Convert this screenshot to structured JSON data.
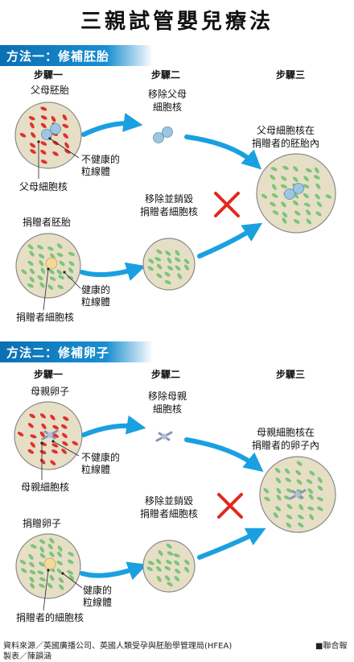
{
  "title": "三親試管嬰兒療法",
  "methods": [
    {
      "heading": "方法一：修補胚胎",
      "steps": [
        "步驟一",
        "步驟二",
        "步驟三"
      ],
      "parent_cell": "父母胚胎",
      "unhealthy_line1": "不健康的",
      "unhealthy_line2": "粒線體",
      "parent_nucleus": "父母細胞核",
      "remove_line1": "移除父母",
      "remove_line2": "細胞核",
      "result_line1": "父母細胞核在",
      "result_line2": "捐贈者的胚胎內",
      "donor_cell": "捐贈者胚胎",
      "destroy_line1": "移除並銷毀",
      "destroy_line2": "捐贈者細胞核",
      "healthy_line1": "健康的",
      "healthy_line2": "粒線體",
      "donor_nucleus": "捐贈者細胞核"
    },
    {
      "heading": "方法二：修補卵子",
      "steps": [
        "步驟一",
        "步驟二",
        "步驟三"
      ],
      "parent_cell": "母親卵子",
      "unhealthy_line1": "不健康的",
      "unhealthy_line2": "粒線體",
      "parent_nucleus": "母親細胞核",
      "remove_line1": "移除母親",
      "remove_line2": "細胞核",
      "result_line1": "母親細胞核在",
      "result_line2": "捐贈者的卵子內",
      "donor_cell": "捐贈卵子",
      "destroy_line1": "移除並銷毀",
      "destroy_line2": "捐贈者細胞核",
      "healthy_line1": "健康的",
      "healthy_line2": "粒線體",
      "donor_nucleus": "捐贈者的細胞核"
    }
  ],
  "footer": {
    "source": "資料來源／英國廣播公司、英國人類受孕與胚胎學管理局(HFEA)",
    "credit": "製表／陳韻涵",
    "brand": "■聯合報"
  },
  "colors": {
    "banner": "#0a6fb3",
    "arrow": "#1aa0e0",
    "cell_fill": "#e6dfc6",
    "unhealthy": "#e0302e",
    "healthy": "#7cc47a",
    "nucleus": "#9ec6df",
    "cross": "#e02a1c"
  }
}
